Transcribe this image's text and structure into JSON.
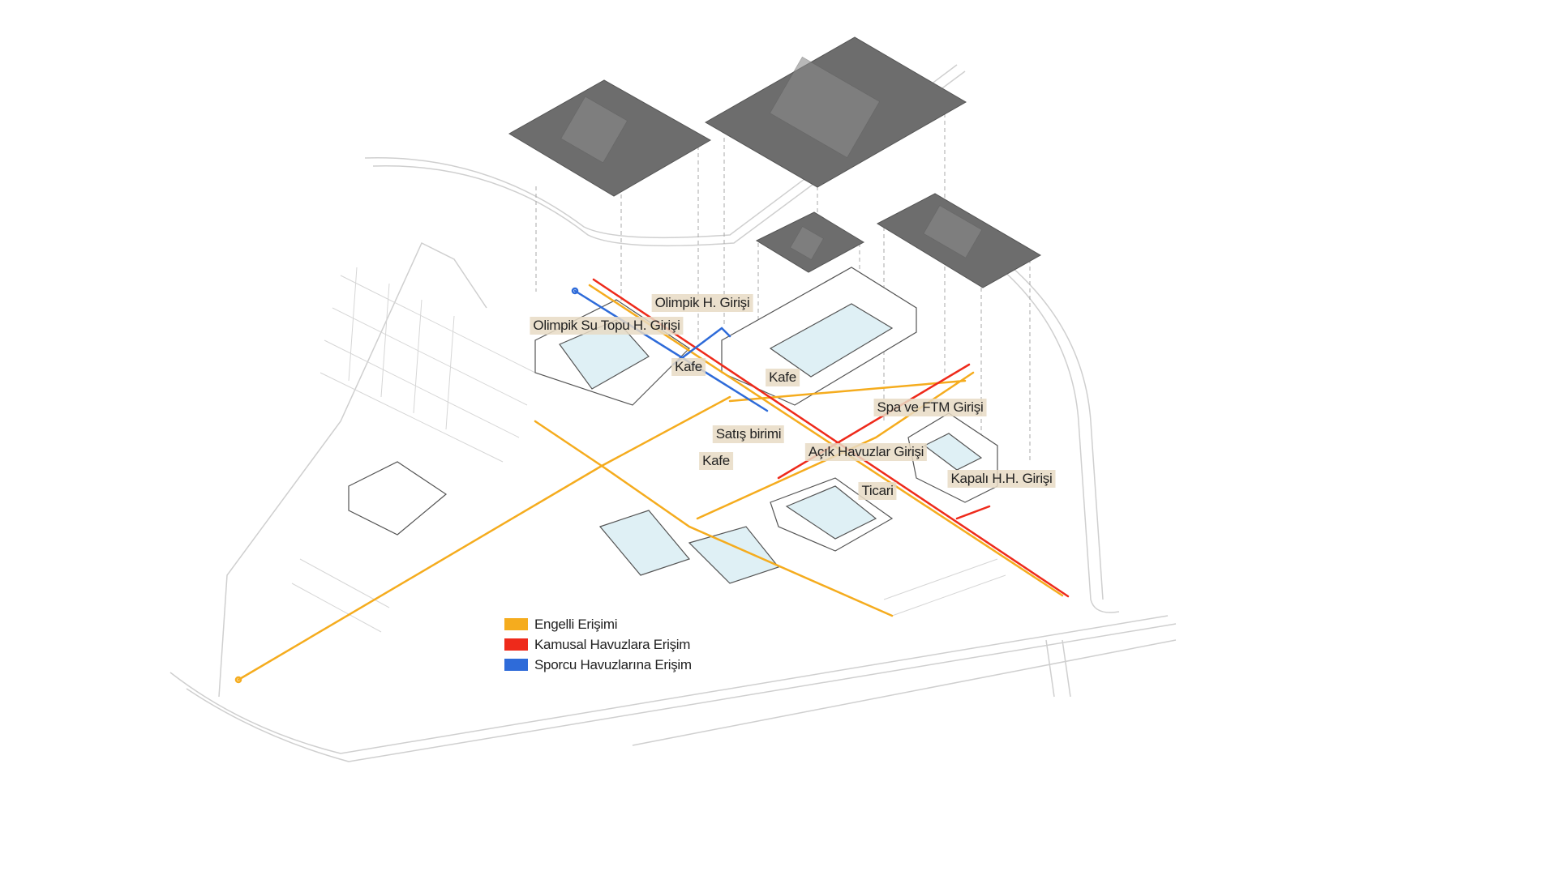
{
  "labels": {
    "olimpik_h": "Olimpik H. Girişi",
    "su_topu": "Olimpik Su Topu H. Girişi",
    "kafe_1": "Kafe",
    "kafe_2": "Kafe",
    "spa": "Spa ve FTM Girişi",
    "satis": "Satış birimi",
    "kafe_3": "Kafe",
    "acik": "Açık Havuzlar Girişi",
    "ticari": "Ticari",
    "kapali": "Kapalı H.H. Girişi"
  },
  "legend": [
    {
      "label": "Engelli Erişimi",
      "color": "#f5ac1e"
    },
    {
      "label": "Kamusal Havuzlara Erişim",
      "color": "#ee2a1b"
    },
    {
      "label": "Sporcu Havuzlarına Erişim",
      "color": "#2e6bd9"
    }
  ]
}
